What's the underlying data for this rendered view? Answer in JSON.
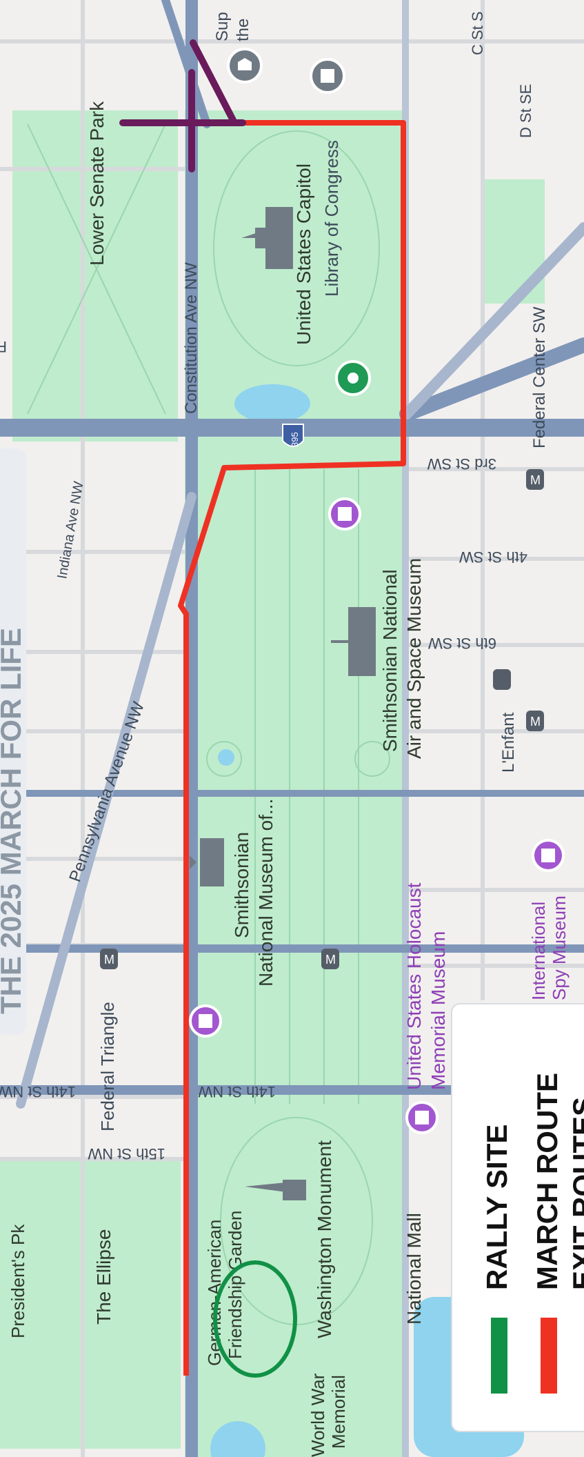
{
  "banner": {
    "text": "THE 2025 MARCH FOR LIFE"
  },
  "legend": {
    "items": [
      {
        "label": "RALLY SITE",
        "color": "#119146"
      },
      {
        "label": "MARCH ROUTE",
        "color": "#ef3124"
      },
      {
        "label": "EXIT ROUTES",
        "color": "#6a1b5b"
      }
    ]
  },
  "colors": {
    "park": "#bfeccd",
    "park_line": "#9ad6ad",
    "road_major": "#7f96b8",
    "water": "#8fd3ee",
    "poi_purple": "#a257d0",
    "poi_gray": "#707a84"
  },
  "labels": {
    "constitution_ave": "Constitution Ave NW",
    "pennsylvania_ave": "Pennsylvania Avenue NW",
    "indiana_ave": "Indiana Ave NW",
    "lower_senate_park": "Lower Senate Park",
    "us_capitol": "United States Capitol",
    "library_of_congress": "Library of Congress",
    "smithsonian_air_space_1": "Smithsonian National",
    "smithsonian_air_space_2": "Air and Space Museum",
    "smithsonian_nmah_1": "Smithsonian",
    "smithsonian_nmah_2": "National Museum of...",
    "holocaust_museum_1": "United States Holocaust",
    "holocaust_museum_2": "Memorial Museum",
    "washington_monument": "Washington Monument",
    "friendship_garden_1": "German-American",
    "friendship_garden_2": "Friendship Garden",
    "national_mall": "National Mall",
    "the_ellipse": "The Ellipse",
    "presidents_park": "President's Pk",
    "federal_triangle": "Federal Triangle",
    "federal_center_sw": "Federal Center SW",
    "lenfant": "L'Enfant",
    "spy_museum_1": "International",
    "spy_museum_2": "Spy Museum",
    "ww2_1": "World War",
    "ww2_2": "Memorial",
    "first_st_nw": "First St NW",
    "third_st_sw": "3rd St SW",
    "fourth_st_sw": "4th St SW",
    "sixth_st_sw": "6th St SW",
    "fourteenth_st_nw_a": "14th St NW",
    "fourteenth_st_nw_b": "14th St NW",
    "fifteenth_st_nw": "15th St NW",
    "d_st_se": "D St SE",
    "c_st_se": "C St S",
    "supreme_court": "Sup",
    "supreme_court_2": "the",
    "interstate": "395",
    "metro": "M"
  }
}
